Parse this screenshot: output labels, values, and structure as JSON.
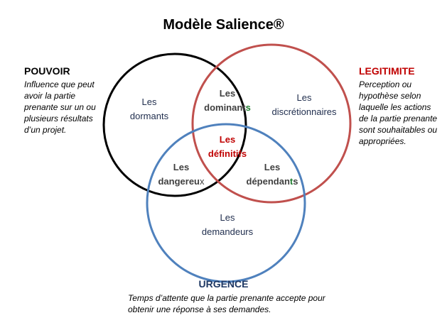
{
  "title": "Modèle Salience®",
  "colors": {
    "pouvoir": "#000000",
    "legitimite": "#c0504d",
    "urgence": "#4f81bd",
    "definitifs": "#c00000",
    "green": "#1e7b2e"
  },
  "pouvoir": {
    "heading": "POUVOIR",
    "desc": "Influence que peut avoir la partie prenante sur un ou plusieurs résultats d’un projet."
  },
  "legitimite": {
    "heading": "LEGITIMITE",
    "desc": "Perception ou hypothèse selon laquelle les actions de la partie prenante sont souhaitables ou appropriées."
  },
  "urgence": {
    "heading": "URGENCE",
    "desc": "Temps d’attente que la partie prenante accepte pour obtenir une réponse à ses demandes."
  },
  "regions": {
    "dormants": {
      "l1": "Les",
      "l2": "dormants"
    },
    "discretionnaires": {
      "l1": "Les",
      "l2": "discrétionnaires"
    },
    "demandeurs": {
      "l1": "Les",
      "l2": "demandeurs"
    },
    "dominants": {
      "l1": "Les",
      "l2a": "dominant",
      "l2b": "s"
    },
    "dangereux": {
      "l1": "Les",
      "l2a": "dangereu",
      "l2b": "x"
    },
    "dependants": {
      "l1": "Les",
      "l2a": "dépendan",
      "l2b": "t",
      "l2c": "s"
    },
    "definitifs": {
      "l1": "Les",
      "l2": "définitifs"
    }
  }
}
